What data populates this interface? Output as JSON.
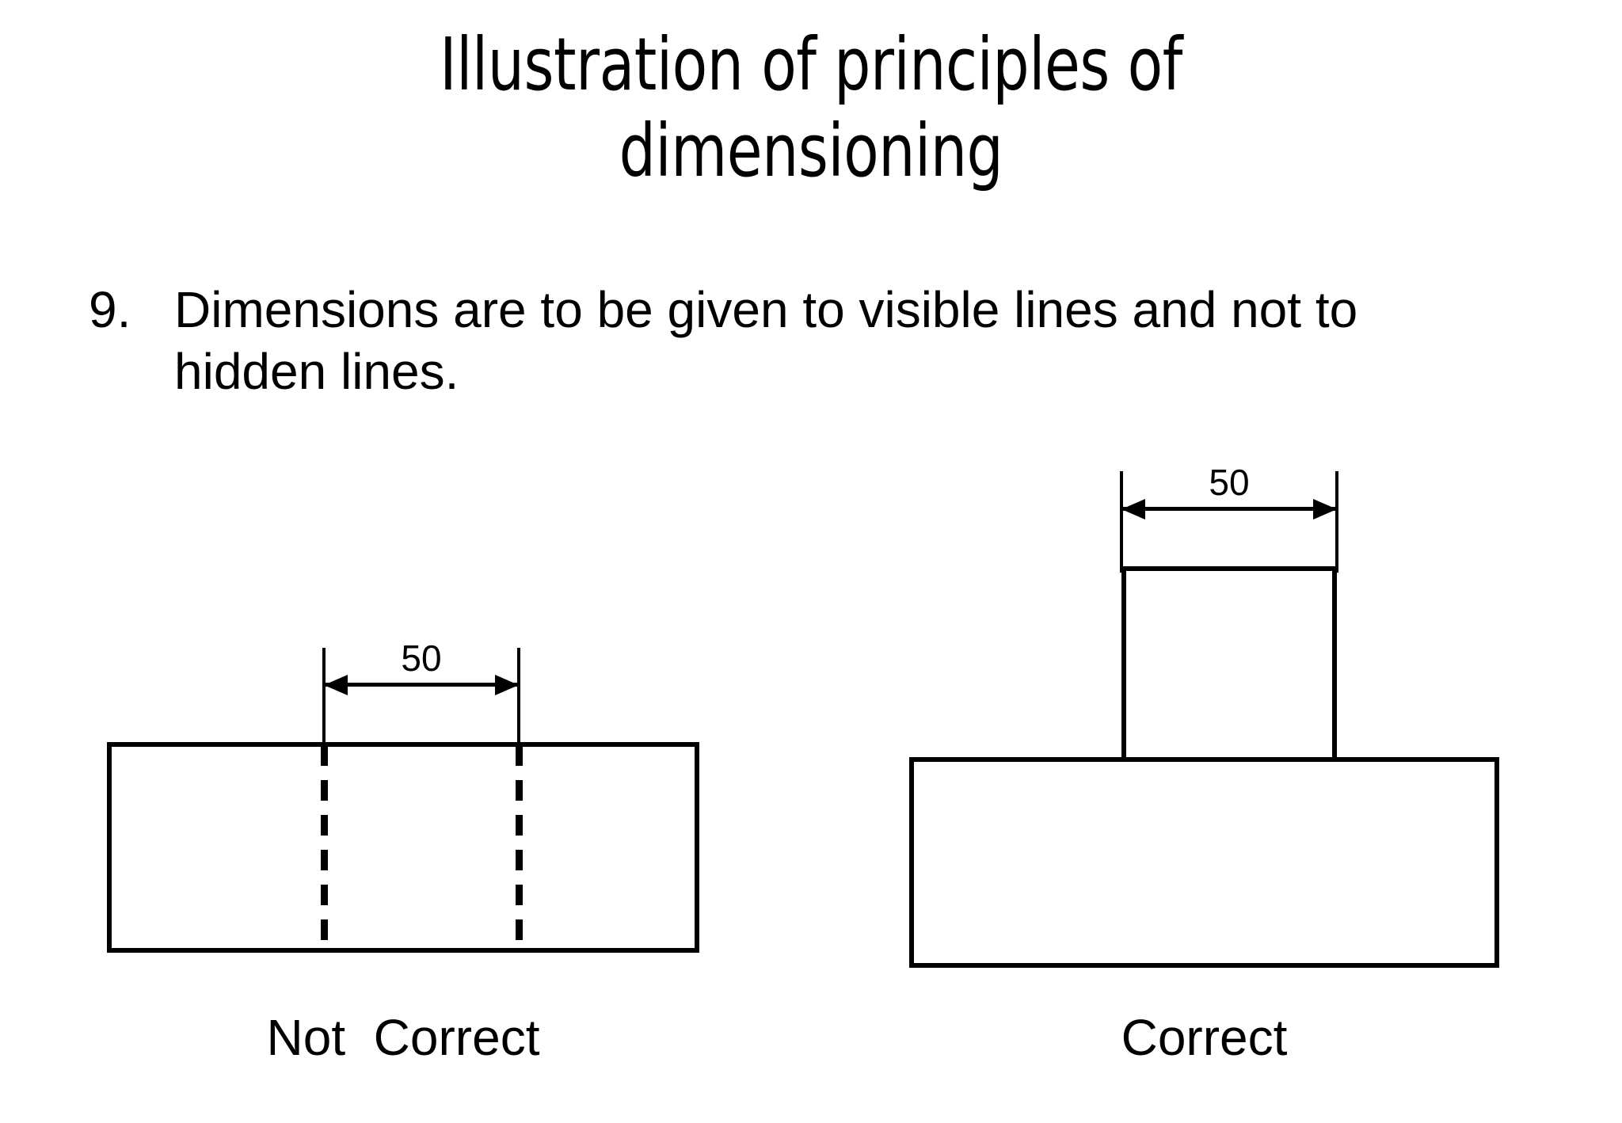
{
  "slide": {
    "title": "Illustration of principles of\ndimensioning",
    "background_color": "#ffffff",
    "ink_color": "#000000"
  },
  "body": {
    "number": "9.",
    "text": "Dimensions are to be given to visible lines and not to hidden lines."
  },
  "figures": [
    {
      "id": "not-correct",
      "caption": "Not  Correct",
      "kind": "front-view-rectangle-with-hidden-lines",
      "dimension": {
        "value": "50",
        "label": "50",
        "style": "double-arrow",
        "attached_to": "hidden-lines"
      },
      "description": "Single rectangle with two vertical dashed (hidden) lines; the 50 dimension is incorrectly taken to the hidden lines."
    },
    {
      "id": "correct",
      "caption": "Correct",
      "kind": "T-shape-with-visible-lines",
      "dimension": {
        "value": "50",
        "label": "50",
        "style": "double-arrow",
        "attached_to": "visible-lines"
      },
      "description": "T-shaped part: wide base with a vertical rib on top; the 50 dimension is correctly taken to the visible outline of the rib."
    }
  ],
  "chart_data": {
    "type": "table",
    "title": "Illustration of principles of dimensioning",
    "rows": [
      {
        "case": "Not  Correct",
        "dimension": "50",
        "reference_lines": "hidden (dashed)"
      },
      {
        "case": "Correct",
        "dimension": "50",
        "reference_lines": "visible (solid)"
      }
    ]
  }
}
